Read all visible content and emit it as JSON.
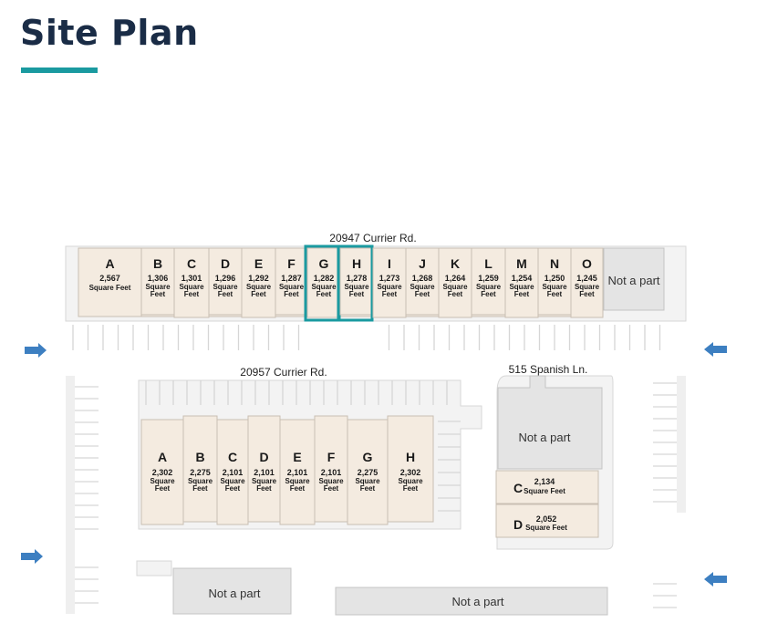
{
  "page": {
    "title": "Site Plan",
    "accent_color": "#1a9aa0",
    "unit_fill": "#f4ebe0",
    "not_a_part_fill": "#e4e4e4"
  },
  "north": {
    "address": "20947 Currier Rd.",
    "units": [
      {
        "letter": "A",
        "size": "2,567",
        "label": "Square Feet"
      },
      {
        "letter": "B",
        "size": "1,306",
        "label": "Square Feet"
      },
      {
        "letter": "C",
        "size": "1,301",
        "label": "Square Feet"
      },
      {
        "letter": "D",
        "size": "1,296",
        "label": "Square Feet"
      },
      {
        "letter": "E",
        "size": "1,292",
        "label": "Square Feet"
      },
      {
        "letter": "F",
        "size": "1,287",
        "label": "Square Feet"
      },
      {
        "letter": "G",
        "size": "1,282",
        "label": "Square Feet",
        "highlight": true
      },
      {
        "letter": "H",
        "size": "1,278",
        "label": "Square Feet",
        "highlight": true
      },
      {
        "letter": "I",
        "size": "1,273",
        "label": "Square Feet"
      },
      {
        "letter": "J",
        "size": "1,268",
        "label": "Square Feet"
      },
      {
        "letter": "K",
        "size": "1,264",
        "label": "Square Feet"
      },
      {
        "letter": "L",
        "size": "1,259",
        "label": "Square Feet"
      },
      {
        "letter": "M",
        "size": "1,254",
        "label": "Square Feet"
      },
      {
        "letter": "N",
        "size": "1,250",
        "label": "Square Feet"
      },
      {
        "letter": "O",
        "size": "1,245",
        "label": "Square Feet"
      }
    ],
    "not_a_part": "Not a part"
  },
  "middle": {
    "address": "20957 Currier Rd.",
    "units": [
      {
        "letter": "A",
        "size": "2,302",
        "label": "Square Feet"
      },
      {
        "letter": "B",
        "size": "2,275",
        "label": "Square Feet"
      },
      {
        "letter": "C",
        "size": "2,101",
        "label": "Square Feet"
      },
      {
        "letter": "D",
        "size": "2,101",
        "label": "Square Feet"
      },
      {
        "letter": "E",
        "size": "2,101",
        "label": "Square Feet"
      },
      {
        "letter": "F",
        "size": "2,101",
        "label": "Square Feet"
      },
      {
        "letter": "G",
        "size": "2,275",
        "label": "Square Feet"
      },
      {
        "letter": "H",
        "size": "2,302",
        "label": "Square Feet"
      }
    ]
  },
  "east": {
    "address": "515 Spanish Ln.",
    "not_a_part": "Not a part",
    "units": [
      {
        "letter": "C",
        "size": "2,134",
        "label": "Square Feet"
      },
      {
        "letter": "D",
        "size": "2,052",
        "label": "Square Feet"
      }
    ]
  },
  "south": {
    "not_a_part_left": "Not a part",
    "not_a_part_right": "Not a part"
  },
  "icons": {
    "arrow_in": "arrow-right-icon",
    "arrow_out": "arrow-left-icon",
    "arrow_color": "#3d7fc1"
  }
}
